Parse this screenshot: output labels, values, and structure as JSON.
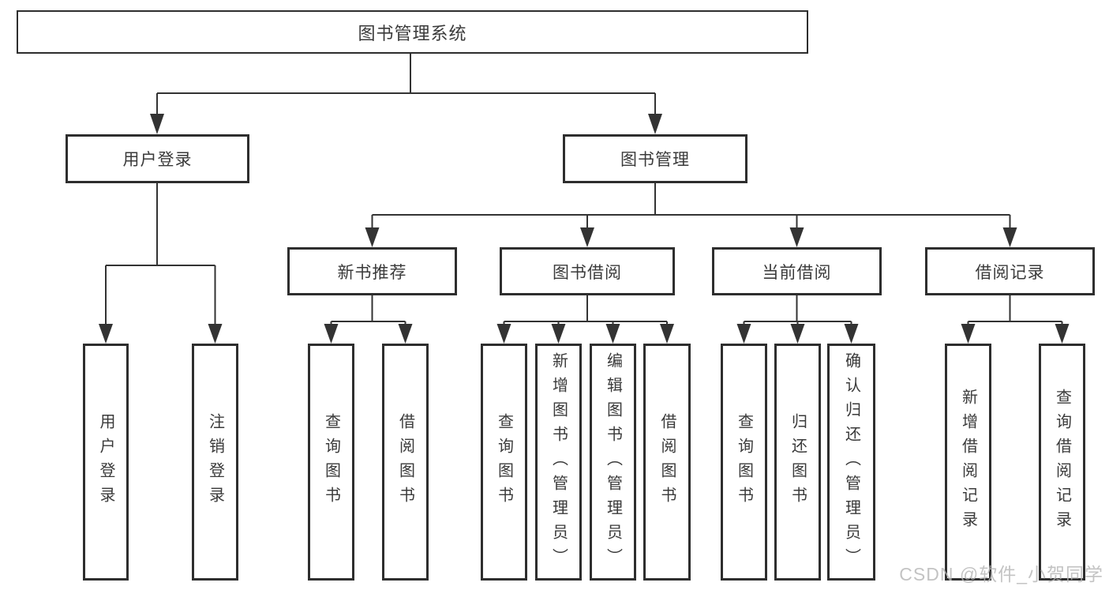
{
  "tree": {
    "label": "图书管理系统",
    "children": [
      {
        "label": "用户登录",
        "children": [
          {
            "label": "用户登录"
          },
          {
            "label": "注销登录"
          }
        ]
      },
      {
        "label": "图书管理",
        "children": [
          {
            "label": "新书推荐",
            "children": [
              {
                "label": "查询图书"
              },
              {
                "label": "借阅图书"
              }
            ]
          },
          {
            "label": "图书借阅",
            "children": [
              {
                "label": "查询图书"
              },
              {
                "label": "新增图书（管理员）"
              },
              {
                "label": "编辑图书（管理员）"
              },
              {
                "label": "借阅图书"
              }
            ]
          },
          {
            "label": "当前借阅",
            "children": [
              {
                "label": "查询图书"
              },
              {
                "label": "归还图书"
              },
              {
                "label": "确认归还（管理员）"
              }
            ]
          },
          {
            "label": "借阅记录",
            "children": [
              {
                "label": "新增借阅记录"
              },
              {
                "label": "查询借阅记录"
              }
            ]
          }
        ]
      }
    ]
  },
  "watermark": "CSDN @软件_小贺同学",
  "colors": {
    "line": "#333333",
    "box_border": "#2e2e2e",
    "text": "#3a3a3a",
    "watermark": "#b5b5b5",
    "background": "#ffffff"
  }
}
